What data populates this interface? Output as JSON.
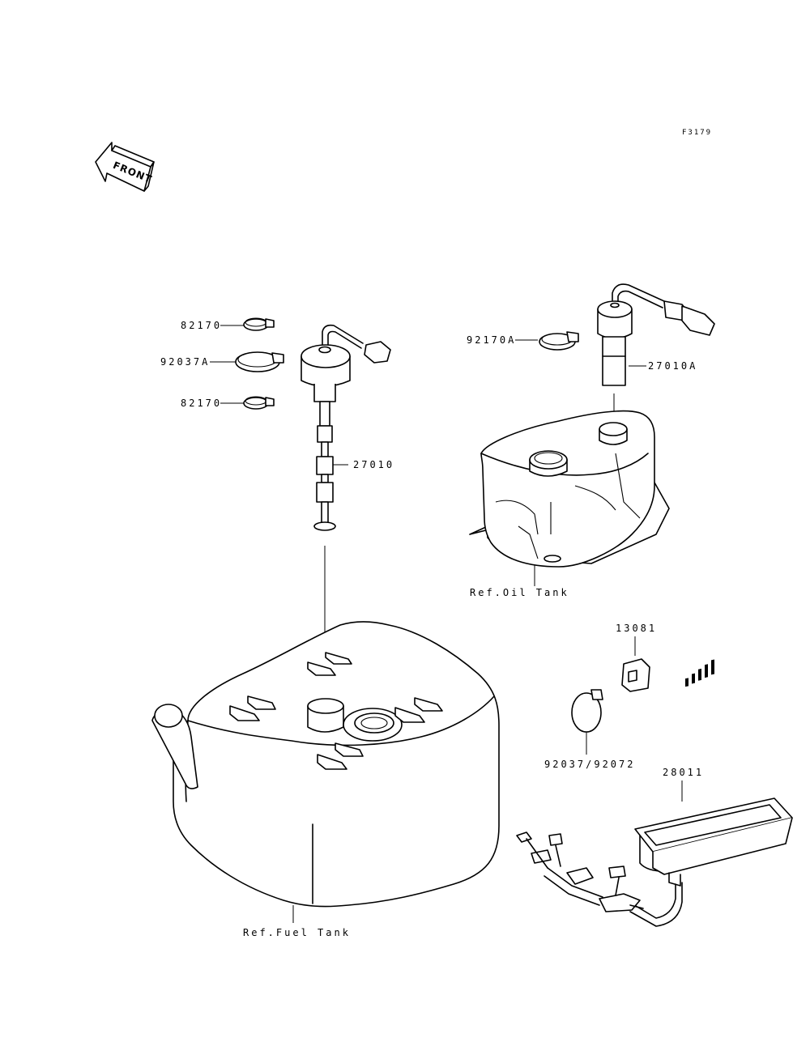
{
  "figure_code": "F3179",
  "front_label": "FRONT",
  "labels": {
    "p82170_a": "82170",
    "p92037a": "92037A",
    "p82170_b": "82170",
    "p27010": "27010",
    "p92170a": "92170A",
    "p27010a": "27010A",
    "ref_oil_tank": "Ref.Oil Tank",
    "p13081": "13081",
    "p92037_92072": "92037/92072",
    "p28011": "28011",
    "ref_fuel_tank": "Ref.Fuel Tank"
  }
}
